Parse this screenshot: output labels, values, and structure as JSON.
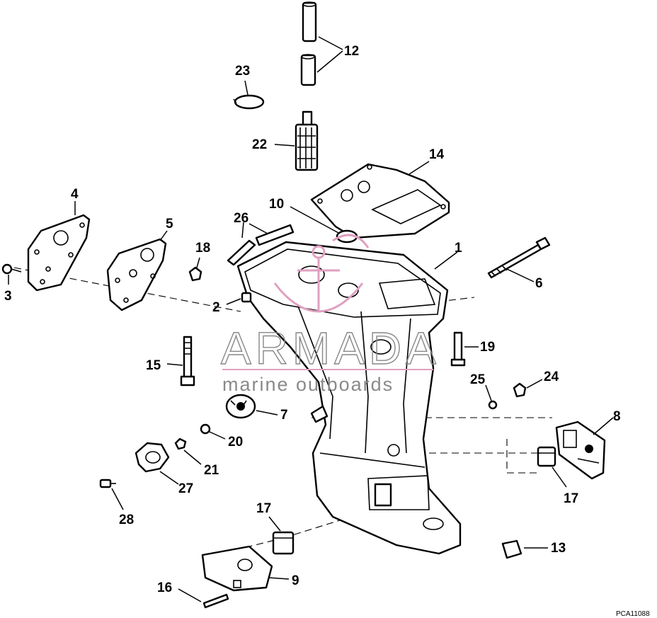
{
  "watermark": {
    "brand": "ARMADA",
    "tagline": "marine outboards",
    "accent_color": "#e0a0c0"
  },
  "figure_code": "PCA11088",
  "callouts": {
    "c1": "1",
    "c2": "2",
    "c3": "3",
    "c4": "4",
    "c5": "5",
    "c6": "6",
    "c7": "7",
    "c8": "8",
    "c9": "9",
    "c10": "10",
    "c12": "12",
    "c13": "13",
    "c14": "14",
    "c15": "15",
    "c16": "16",
    "c17a": "17",
    "c17b": "17",
    "c18": "18",
    "c19": "19",
    "c20": "20",
    "c21": "21",
    "c22": "22",
    "c23": "23",
    "c24": "24",
    "c25": "25",
    "c26": "26",
    "c27": "27",
    "c28": "28"
  }
}
